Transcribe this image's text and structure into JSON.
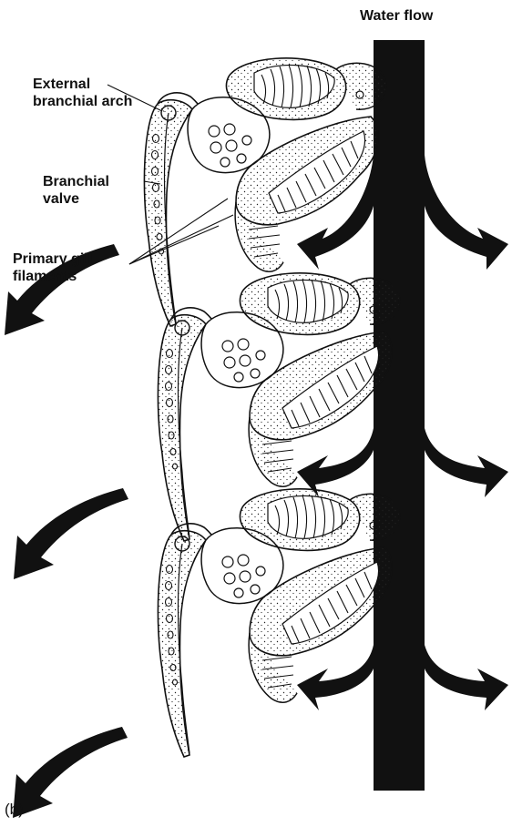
{
  "figure": {
    "title": "Water flow",
    "panel_label": "(b)",
    "labels": {
      "external_arch": "External branchial arch",
      "branchial_valve": "Branchial valve",
      "primary_filaments": "Primary gill filaments"
    },
    "gill_units": [
      {
        "name": "upper"
      },
      {
        "name": "middle"
      },
      {
        "name": "lower"
      }
    ],
    "colors": {
      "ink": "#111111",
      "background": "#ffffff"
    }
  }
}
